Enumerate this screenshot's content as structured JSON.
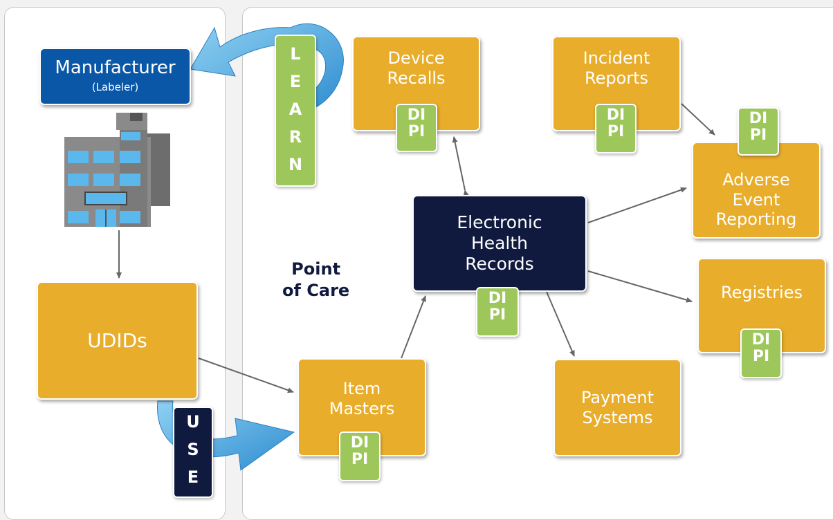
{
  "manufacturer": {
    "title": "Manufacturer",
    "subtitle": "(Labeler)"
  },
  "udids": {
    "label": "UDIDs"
  },
  "use_word": [
    "U",
    "S",
    "E"
  ],
  "learn_word": [
    "L",
    "E",
    "A",
    "R",
    "N"
  ],
  "point_of_care": {
    "label": "Point\nof Care"
  },
  "device_recalls": {
    "label": "Device\nRecalls",
    "di": "DI",
    "pi": "PI"
  },
  "incident_reports": {
    "label": "Incident\nReports",
    "di": "DI",
    "pi": "PI"
  },
  "adverse_event": {
    "label": "Adverse\nEvent\nReporting",
    "di": "DI",
    "pi": "PI"
  },
  "ehr": {
    "label": "Electronic\nHealth\nRecords",
    "di": "DI",
    "pi": "PI"
  },
  "registries": {
    "label": "Registries",
    "di": "DI",
    "pi": "PI"
  },
  "item_masters": {
    "label": "Item\nMasters",
    "di": "DI",
    "pi": "PI"
  },
  "payment_systems": {
    "label": "Payment\nSystems"
  },
  "colors": {
    "orange": "#e9ad2c",
    "green": "#9dc75a",
    "navy": "#101a3e",
    "blue": "#0a57a8",
    "arrow": "#63b6e8"
  }
}
